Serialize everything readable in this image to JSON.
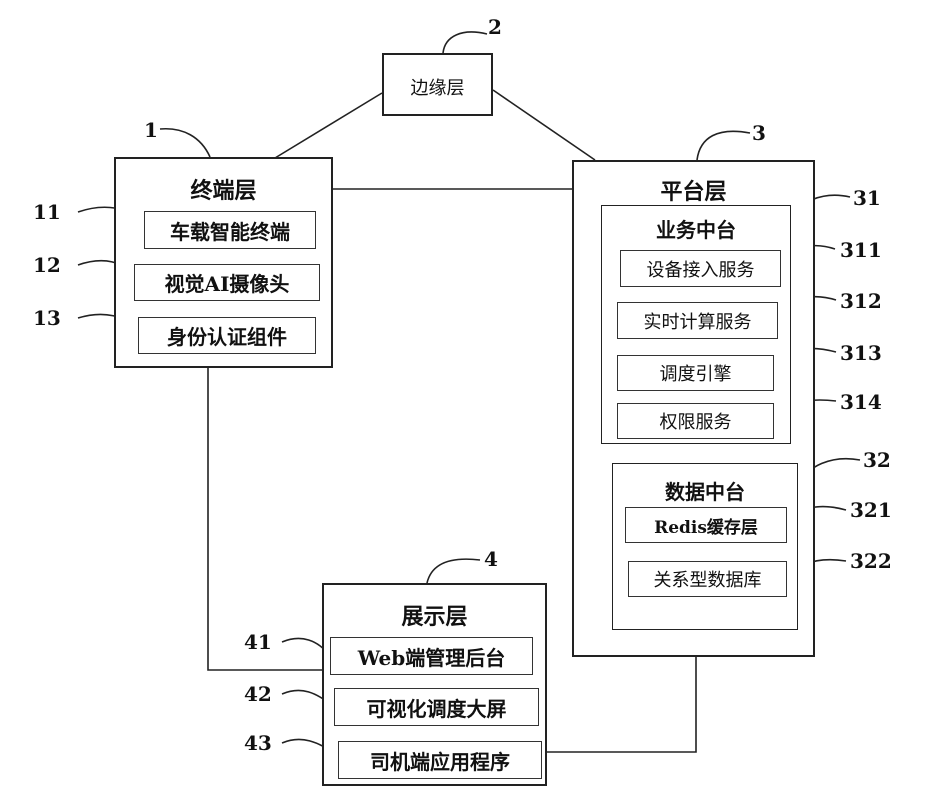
{
  "edge": {
    "ref": "2",
    "title": "边缘层"
  },
  "terminal": {
    "ref": "1",
    "title": "终端层",
    "items": [
      {
        "ref": "11",
        "label": "车载智能终端"
      },
      {
        "ref": "12",
        "label": "视觉AI摄像头"
      },
      {
        "ref": "13",
        "label": "身份认证组件"
      }
    ]
  },
  "platform": {
    "ref": "3",
    "title": "平台层",
    "business": {
      "ref": "31",
      "title": "业务中台",
      "items": [
        {
          "ref": "311",
          "label": "设备接入服务"
        },
        {
          "ref": "312",
          "label": "实时计算服务"
        },
        {
          "ref": "313",
          "label": "调度引擎"
        },
        {
          "ref": "314",
          "label": "权限服务"
        }
      ]
    },
    "data": {
      "ref": "32",
      "title": "数据中台",
      "items": [
        {
          "ref": "321",
          "label": "Redis缓存层"
        },
        {
          "ref": "322",
          "label": "关系型数据库"
        }
      ]
    }
  },
  "display": {
    "ref": "4",
    "title": "展示层",
    "items": [
      {
        "ref": "41",
        "label": "Web端管理后台"
      },
      {
        "ref": "42",
        "label": "可视化调度大屏"
      },
      {
        "ref": "43",
        "label": "司机端应用程序"
      }
    ]
  }
}
